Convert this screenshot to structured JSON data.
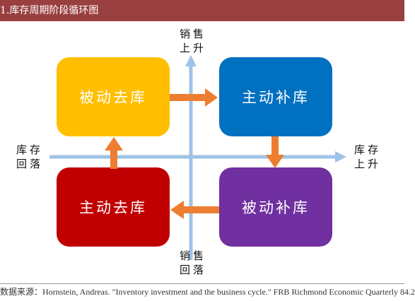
{
  "header": {
    "title": "1.库存周期阶段循环图"
  },
  "axes": {
    "top": [
      "销售",
      "上升"
    ],
    "bottom": [
      "销售",
      "回落"
    ],
    "left": [
      "库存",
      "回落"
    ],
    "right": [
      "库存",
      "上升"
    ]
  },
  "boxes": {
    "top_left": {
      "label": "被动去库",
      "color": "#ffbf00"
    },
    "top_right": {
      "label": "主动补库",
      "color": "#0070c0"
    },
    "bottom_left": {
      "label": "主动去库",
      "color": "#c00000"
    },
    "bottom_right": {
      "label": "被动补库",
      "color": "#7030a0"
    }
  },
  "colors": {
    "axis": "#9dc3e6",
    "arrow": "#ed7d31"
  },
  "source": "数据来源：Hornstein, Andreas. \"Inventory investment and the business cycle.\" FRB Richmond Economic Quarterly 84.2"
}
